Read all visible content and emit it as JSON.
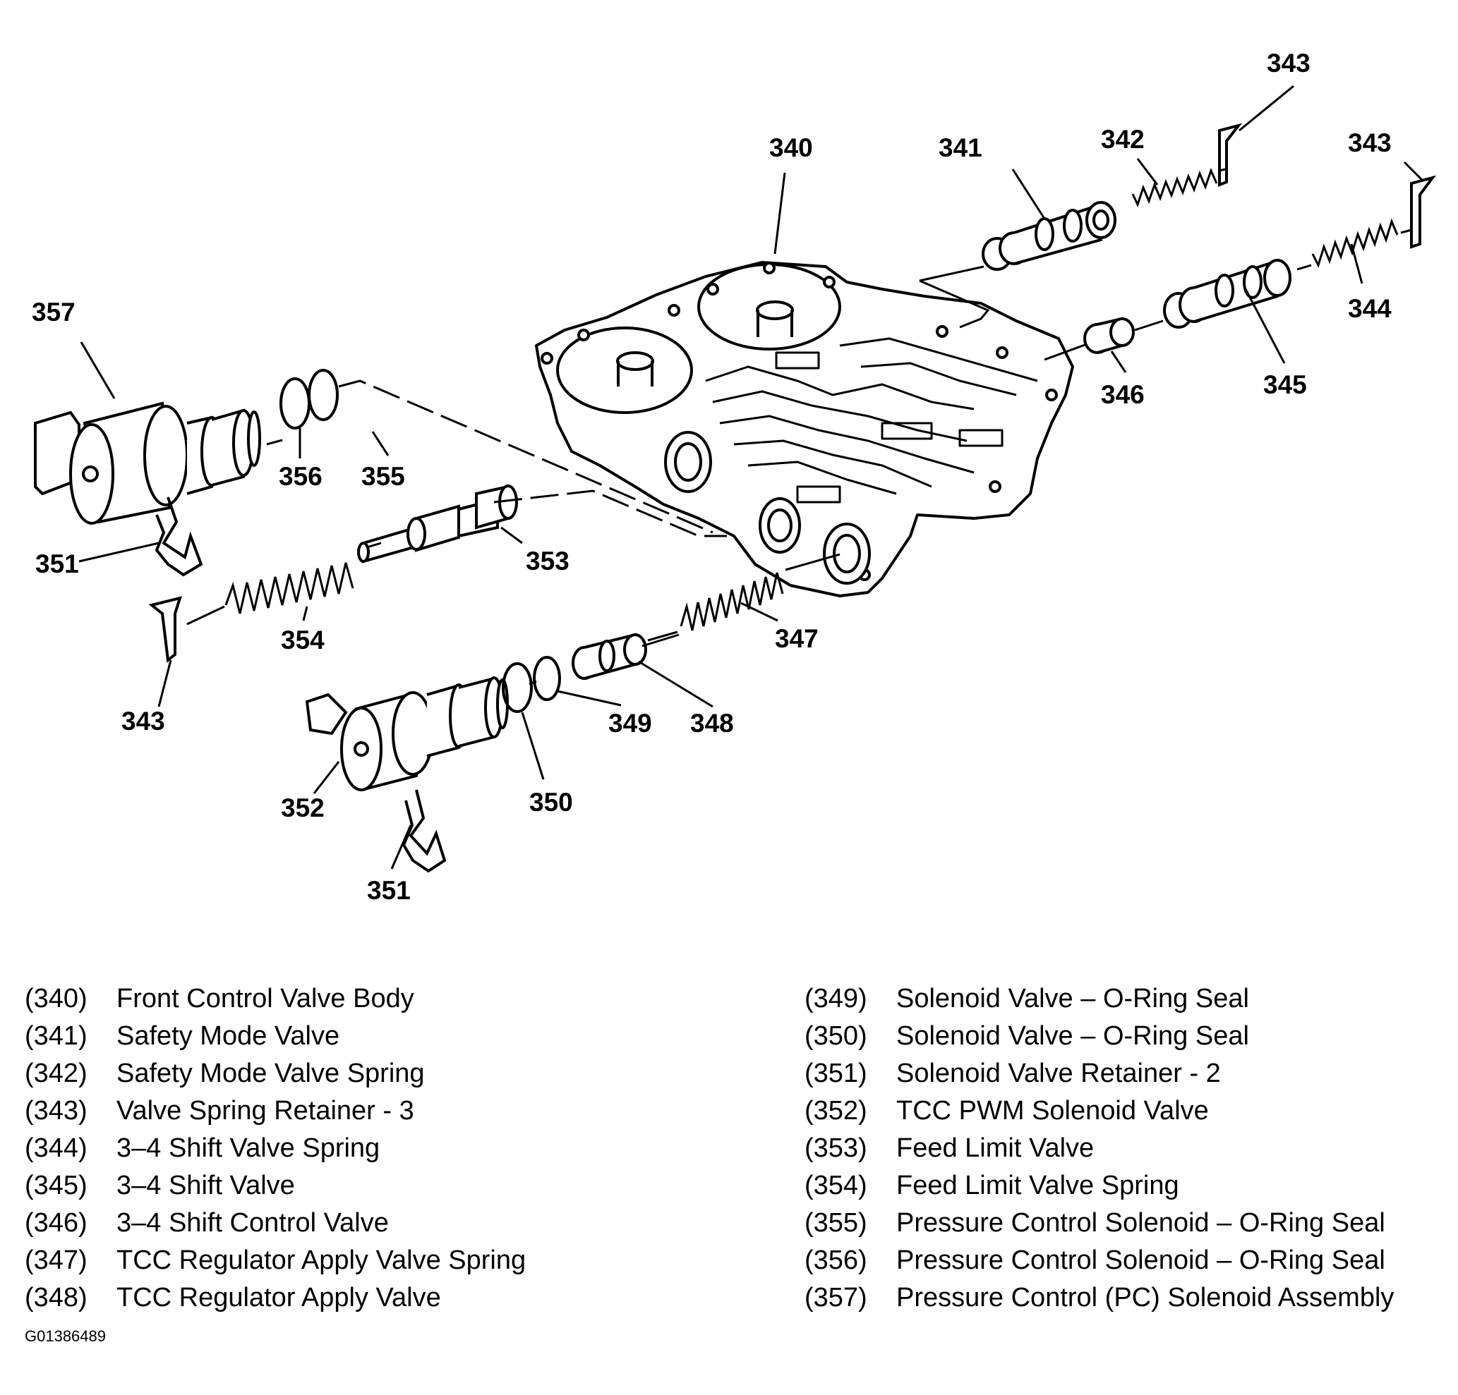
{
  "diagram": {
    "callouts": {
      "c340": "340",
      "c341": "341",
      "c342": "342",
      "c343_top": "343",
      "c343_right": "343",
      "c343_left": "343",
      "c344": "344",
      "c345": "345",
      "c346": "346",
      "c347": "347",
      "c348": "348",
      "c349": "349",
      "c350": "350",
      "c351_upper": "351",
      "c351_lower": "351",
      "c352": "352",
      "c353": "353",
      "c354": "354",
      "c355": "355",
      "c356": "356",
      "c357": "357"
    }
  },
  "legend": {
    "left": [
      {
        "num": "(340)",
        "desc": "Front Control Valve Body"
      },
      {
        "num": "(341)",
        "desc": "Safety Mode Valve"
      },
      {
        "num": "(342)",
        "desc": "Safety Mode Valve Spring"
      },
      {
        "num": "(343)",
        "desc": "Valve Spring Retainer - 3"
      },
      {
        "num": "(344)",
        "desc": "3–4 Shift Valve Spring"
      },
      {
        "num": "(345)",
        "desc": "3–4 Shift Valve"
      },
      {
        "num": "(346)",
        "desc": "3–4 Shift Control Valve"
      },
      {
        "num": "(347)",
        "desc": "TCC Regulator Apply Valve Spring"
      },
      {
        "num": "(348)",
        "desc": "TCC Regulator Apply Valve"
      }
    ],
    "right": [
      {
        "num": "(349)",
        "desc": "Solenoid Valve – O-Ring Seal"
      },
      {
        "num": "(350)",
        "desc": "Solenoid Valve – O-Ring Seal"
      },
      {
        "num": "(351)",
        "desc": "Solenoid Valve Retainer - 2"
      },
      {
        "num": "(352)",
        "desc": "TCC PWM Solenoid Valve"
      },
      {
        "num": "(353)",
        "desc": "Feed Limit Valve"
      },
      {
        "num": "(354)",
        "desc": "Feed Limit Valve Spring"
      },
      {
        "num": "(355)",
        "desc": "Pressure Control Solenoid – O-Ring Seal"
      },
      {
        "num": "(356)",
        "desc": "Pressure Control Solenoid – O-Ring Seal"
      },
      {
        "num": "(357)",
        "desc": "Pressure Control (PC) Solenoid Assembly"
      }
    ]
  },
  "figure_id": "G01386489"
}
